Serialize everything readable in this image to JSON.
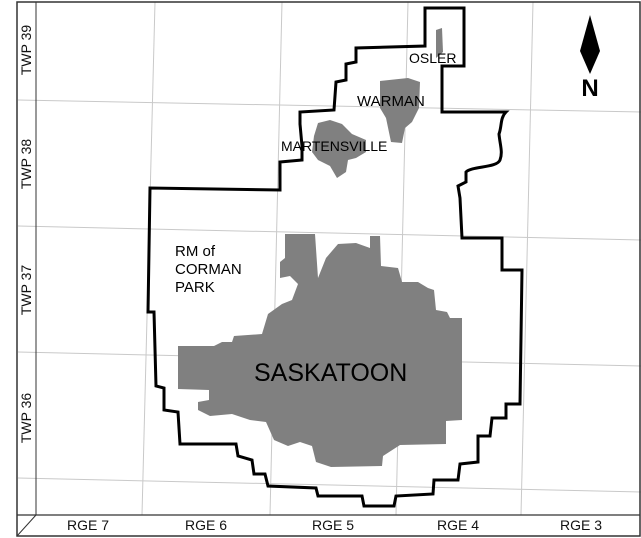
{
  "map": {
    "places": {
      "osler": "OSLER",
      "warman": "WARMAN",
      "martensville": "MARTENSVILLE",
      "rm_line1": "RM of",
      "rm_line2": "CORMAN",
      "rm_line3": "PARK",
      "saskatoon": "SASKATOON"
    },
    "township_labels": [
      "TWP 39",
      "TWP 38",
      "TWP 37",
      "TWP 36"
    ],
    "range_labels": [
      "RGE 7",
      "RGE 6",
      "RGE 5",
      "RGE 4",
      "RGE 3"
    ],
    "north_arrow": {
      "label": "N",
      "icon": "north-arrow-icon"
    },
    "colors": {
      "urban_area": "#808080",
      "boundary": "#000000",
      "grid": "#c9c9c9",
      "background": "#ffffff"
    }
  }
}
